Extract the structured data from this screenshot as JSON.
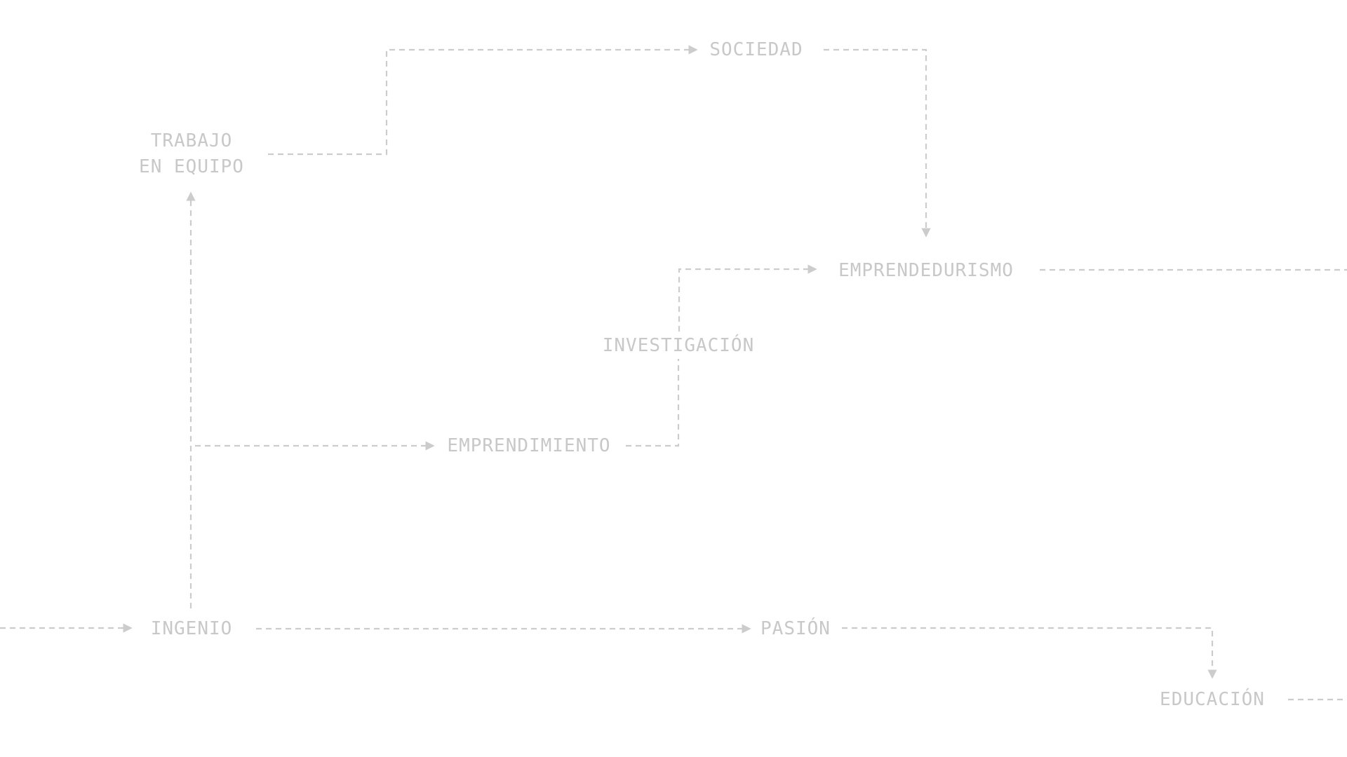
{
  "nodes": {
    "sociedad": "SOCIEDAD",
    "trabajo_line1": "TRABAJO",
    "trabajo_line2": "EN EQUIPO",
    "emprendedurismo": "EMPRENDEDURISMO",
    "investigacion": "INVESTIGACIÓN",
    "emprendimiento": "EMPRENDIMIENTO",
    "ingenio": "INGENIO",
    "pasion": "PASIÓN",
    "educacion": "EDUCACIÓN"
  },
  "colors": {
    "text": "#c8c8c8",
    "connector": "#cccccc",
    "background": "#ffffff"
  }
}
